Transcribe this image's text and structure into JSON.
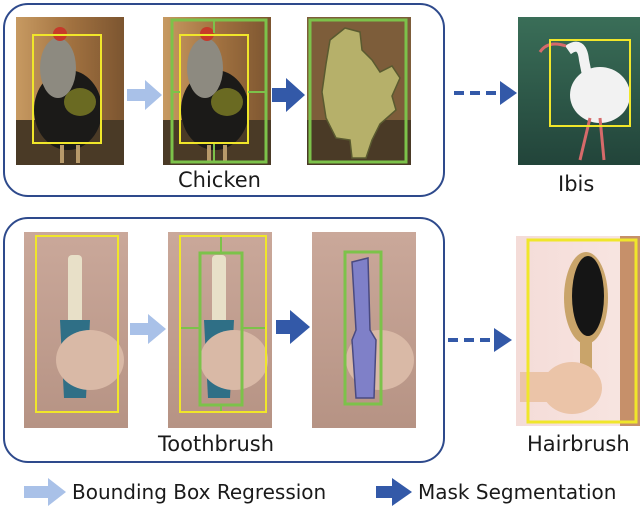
{
  "labels": {
    "chicken": "Chicken",
    "ibis": "Ibis",
    "toothbrush": "Toothbrush",
    "hairbrush": "Hairbrush"
  },
  "legend": {
    "bbox_regression": "Bounding Box Regression",
    "mask_segmentation": "Mask Segmentation"
  },
  "colors": {
    "panel_border": "#2e4a8c",
    "light_arrow": "#a9c1e8",
    "dark_arrow": "#3359a8",
    "yellow_box": "#f0e62a",
    "green_box": "#7cc24a",
    "chicken_mask": "#b6b06a",
    "toothbrush_mask": "#7f80c8"
  }
}
